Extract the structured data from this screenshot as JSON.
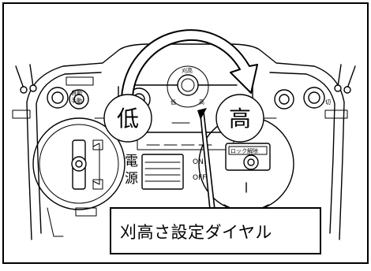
{
  "labels": {
    "low": "低",
    "high": "高",
    "callout": "刈高さ設定ダイヤル",
    "power_top": "電",
    "power_bottom": "源",
    "on": "ON",
    "off": "OFF",
    "dial_top": "刈高",
    "dial_low": "低",
    "dial_high": "高",
    "lock_release": "ロック解除"
  },
  "colors": {
    "ink": "#000000",
    "paper": "#ffffff"
  }
}
